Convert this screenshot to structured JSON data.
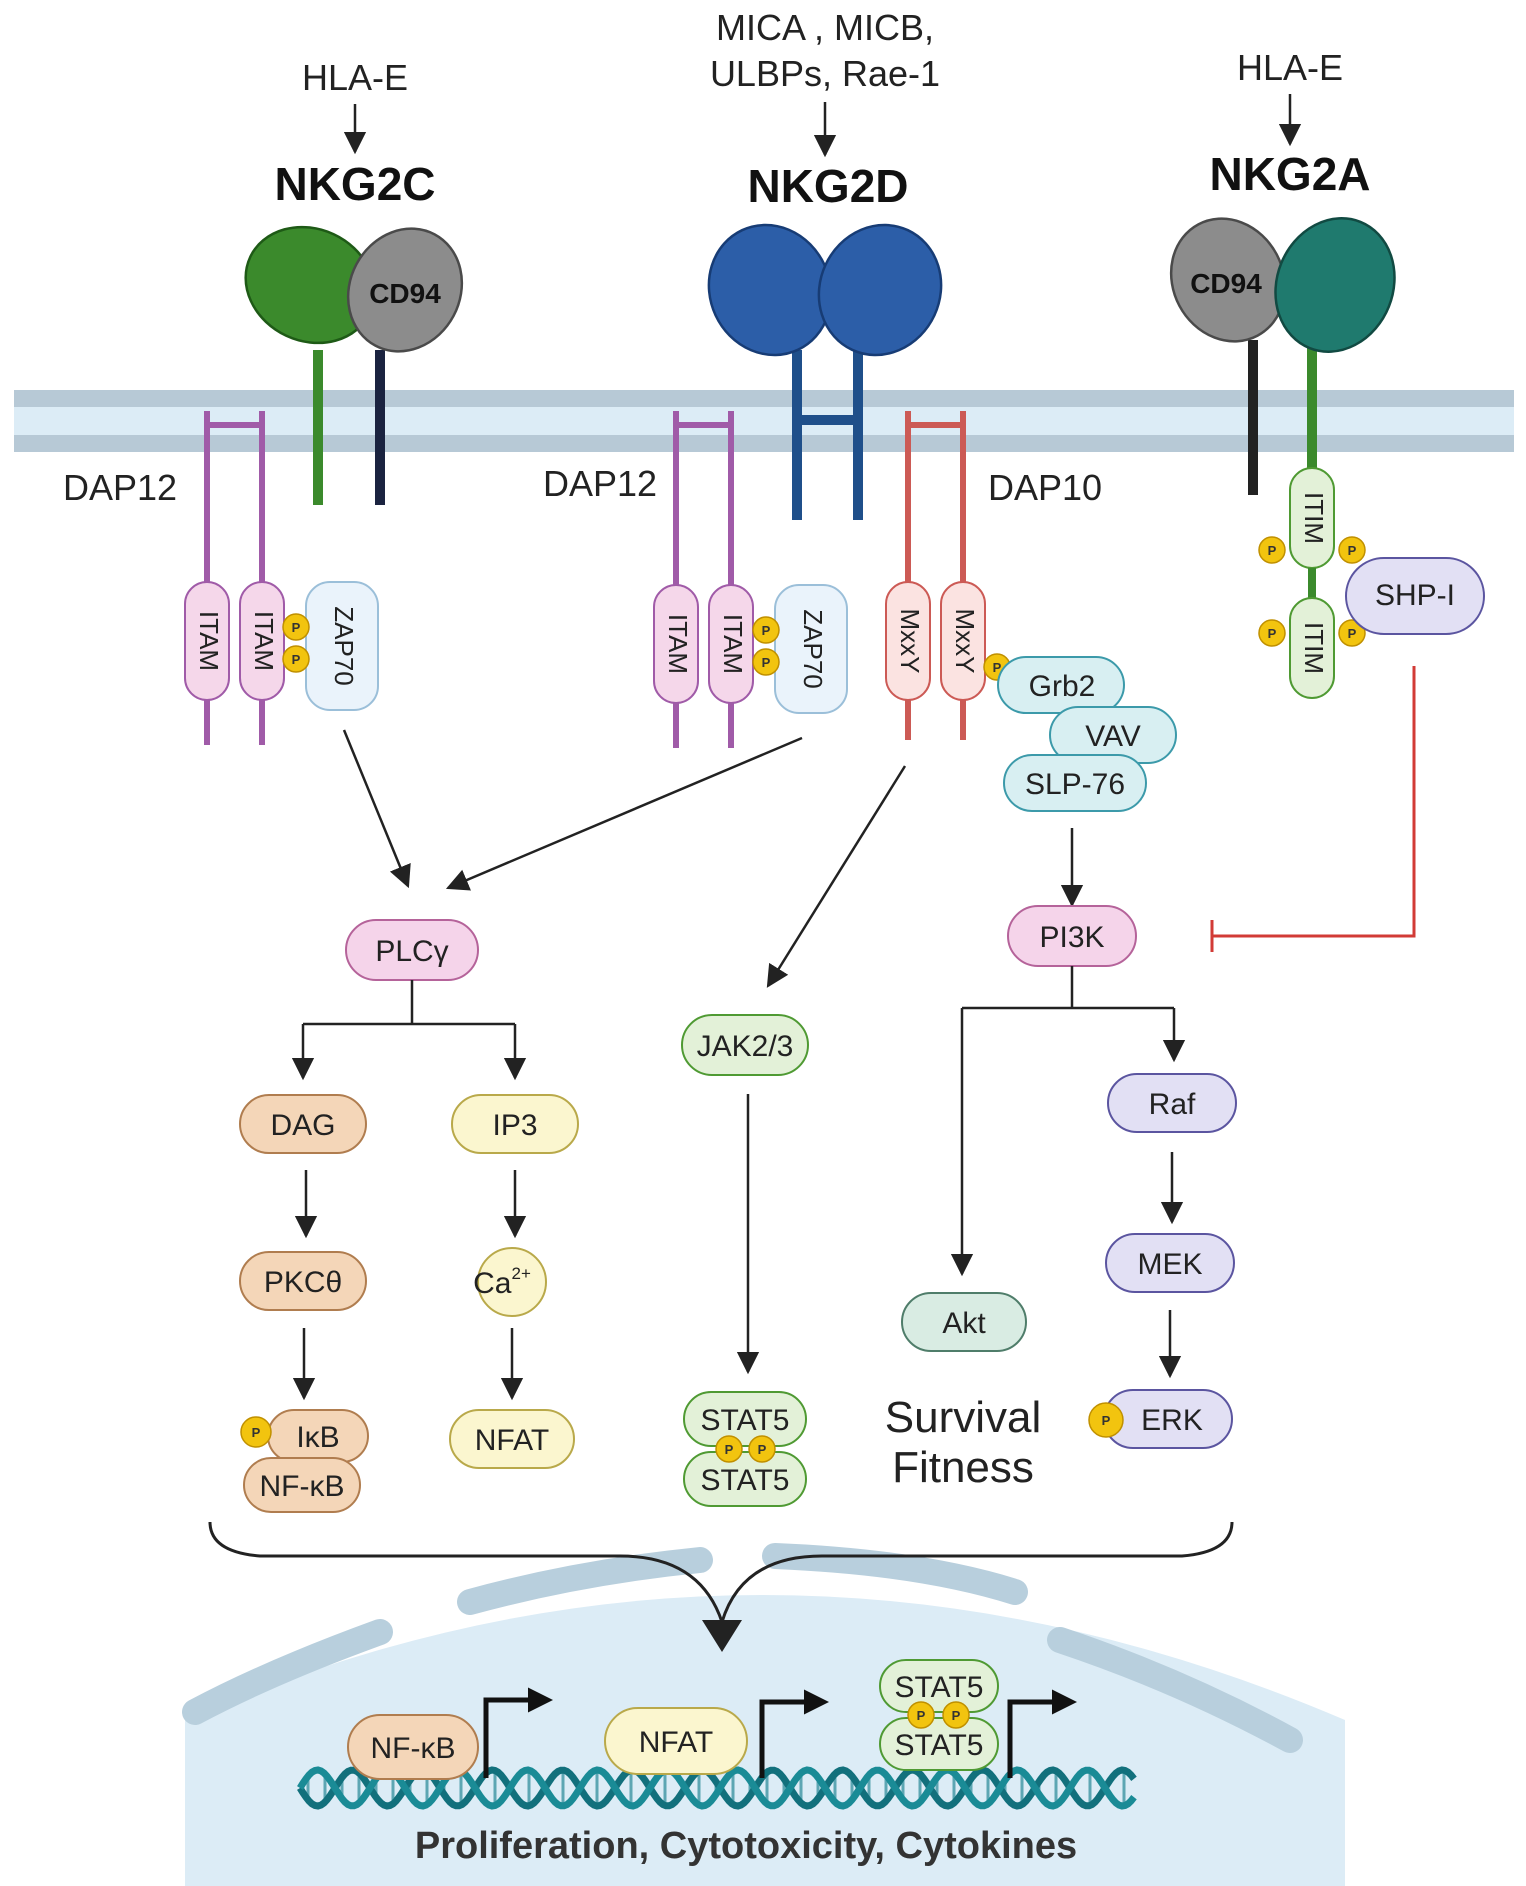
{
  "ligands": {
    "nkg2c_ligand": "HLA-E",
    "nkg2d_ligand_line1": "MICA , MICB,",
    "nkg2d_ligand_line2": "ULBPs, Rae-1",
    "nkg2a_ligand": "HLA-E"
  },
  "receptors": {
    "nkg2c": "NKG2C",
    "nkg2d": "NKG2D",
    "nkg2a": "NKG2A",
    "cd94_left": "CD94",
    "cd94_right": "CD94"
  },
  "adaptors": {
    "dap12_left": "DAP12",
    "dap12_mid": "DAP12",
    "dap10": "DAP10"
  },
  "motifs": {
    "itam": "ITAM",
    "zap70": "ZAP70",
    "mxxy": "MxxY",
    "itim": "ITIM",
    "phospho": "P"
  },
  "signaling": {
    "grb2": "Grb2",
    "vav": "VAV",
    "slp76": "SLP-76",
    "shp1": "SHP-I",
    "plcg": "PLCγ",
    "jak": "JAK2/3",
    "pi3k": "PI3K",
    "dag": "DAG",
    "ip3": "IP3",
    "pkc": "PKCθ",
    "ca_base": "Ca",
    "ca_sup": "2+",
    "ikb": "IκB",
    "nfkb": "NF-κB",
    "nfat": "NFAT",
    "stat5": "STAT5",
    "raf": "Raf",
    "mek": "MEK",
    "erk": "ERK",
    "akt": "Akt",
    "survival": "Survival",
    "fitness": "Fitness"
  },
  "nucleus": {
    "nfkb": "NF-κB",
    "nfat": "NFAT",
    "stat5": "STAT5",
    "outcome": "Proliferation, Cytotoxicity, Cytokines"
  },
  "colors": {
    "nkg2c": "#3b8a2c",
    "nkg2d": "#2c5ea8",
    "nkg2a": "#1f7a6e",
    "cd94": "#8c8c8c",
    "dap12": "#a05ba8",
    "dap10": "#cc5a55",
    "membrane": "#b7c9d6",
    "inhibit": "#d23b36",
    "phospho": "#f2c40f"
  }
}
